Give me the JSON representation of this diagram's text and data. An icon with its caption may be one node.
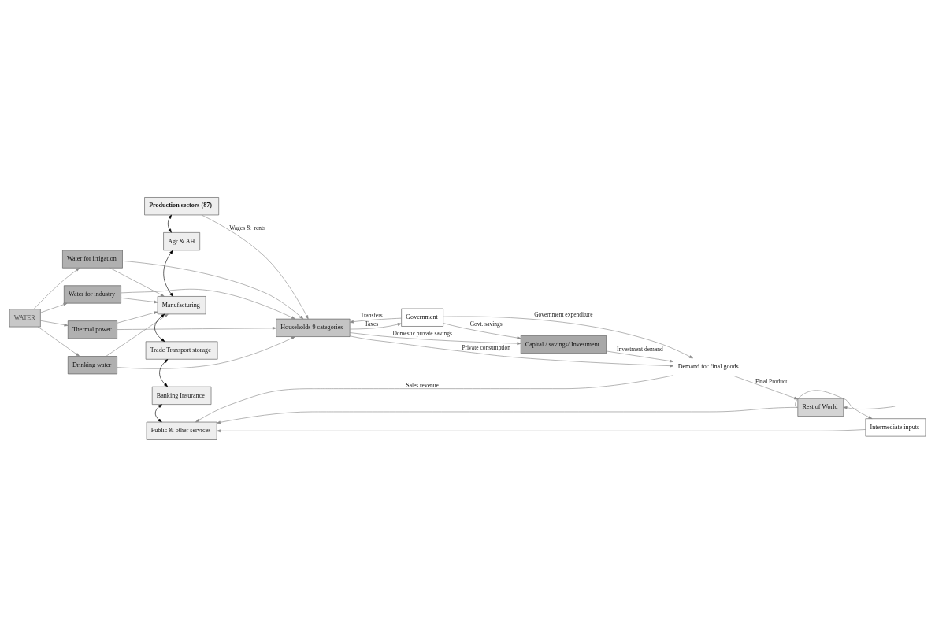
{
  "diagram": {
    "nodes": [
      {
        "text": [
          "WATER"
        ]
      },
      {
        "text": [
          "Water for irrigation"
        ]
      },
      {
        "text": [
          "Water for industry"
        ]
      },
      {
        "text": [
          "Thermal power"
        ]
      },
      {
        "text": [
          "Drinking water"
        ]
      },
      {
        "text": [
          "Production sectors (87)"
        ]
      },
      {
        "text": [
          "Agr & AH"
        ]
      },
      {
        "text": [
          "Manufacturing"
        ]
      },
      {
        "text": [
          "Trade Transport storage"
        ]
      },
      {
        "text": [
          "Banking Insurance"
        ]
      },
      {
        "text": [
          "Public & other services"
        ]
      },
      {
        "text": [
          "Households 9 categories"
        ]
      },
      {
        "text": [
          "Government"
        ]
      },
      {
        "text": [
          "Capital / savings/ Investment"
        ]
      },
      {
        "text": [
          "Rest of World"
        ]
      },
      {
        "text": [
          "Intermediate inputs"
        ]
      },
      {
        "text": [
          "Demand for final goods"
        ]
      }
    ],
    "edges": [
      {
        "from": 0,
        "to": 1,
        "arrow": "to"
      },
      {
        "from": 0,
        "to": 2,
        "arrow": "to"
      },
      {
        "from": 0,
        "to": 3,
        "arrow": "to"
      },
      {
        "from": 0,
        "to": 4,
        "arrow": "to"
      },
      {
        "from": 1,
        "to": 7,
        "arrow": "to"
      },
      {
        "from": 2,
        "to": 7,
        "arrow": "to"
      },
      {
        "from": 3,
        "to": 7,
        "arrow": "to"
      },
      {
        "from": 4,
        "to": 7,
        "arrow": "to"
      },
      {
        "from": 1,
        "to": 11,
        "arrow": "to"
      },
      {
        "from": 2,
        "to": 11,
        "arrow": "to"
      },
      {
        "from": 3,
        "to": 11,
        "arrow": "to"
      },
      {
        "from": 4,
        "to": 11,
        "arrow": "to"
      },
      {
        "from": 5,
        "to": 6,
        "arrow": "both",
        "color": "#000000"
      },
      {
        "from": 6,
        "to": 7,
        "arrow": "both",
        "color": "#000000"
      },
      {
        "from": 7,
        "to": 8,
        "arrow": "both",
        "color": "#000000"
      },
      {
        "from": 8,
        "to": 9,
        "arrow": "both",
        "color": "#000000"
      },
      {
        "from": 9,
        "to": 10,
        "arrow": "both",
        "color": "#000000"
      },
      {
        "from": 5,
        "to": 11,
        "arrow": "to",
        "label": "Wages &  rents"
      },
      {
        "from": 11,
        "to": 13,
        "arrow": "to",
        "label": "Domestic private savings"
      },
      {
        "from": 11,
        "to": 12,
        "arrow": "to",
        "label": "Taxes"
      },
      {
        "from": 12,
        "to": 13,
        "arrow": "to",
        "label": "Govt. savings"
      },
      {
        "from": 12,
        "to": 11,
        "arrow": "to",
        "label": "Transfers"
      },
      {
        "from": 11,
        "to": 16,
        "arrow": "to",
        "label": "Private consumption"
      },
      {
        "from": 12,
        "to": 16,
        "arrow": "to",
        "label": "Government expenditure"
      },
      {
        "from": 13,
        "to": 16,
        "arrow": "to",
        "label": "Investment demand"
      },
      {
        "from": 16,
        "to": 10,
        "arrow": "to",
        "label": "Sales revenue"
      },
      {
        "from": 16,
        "to": 14,
        "arrow": "to",
        "label": "Final Product"
      },
      {
        "from": 14,
        "to": 10,
        "arrow": "to"
      },
      {
        "from": 14,
        "to": 15,
        "arrow": "to"
      },
      {
        "from": 15,
        "to": 10,
        "arrow": "to"
      },
      {
        "from": null,
        "to": 14,
        "arrow": "to"
      }
    ]
  }
}
